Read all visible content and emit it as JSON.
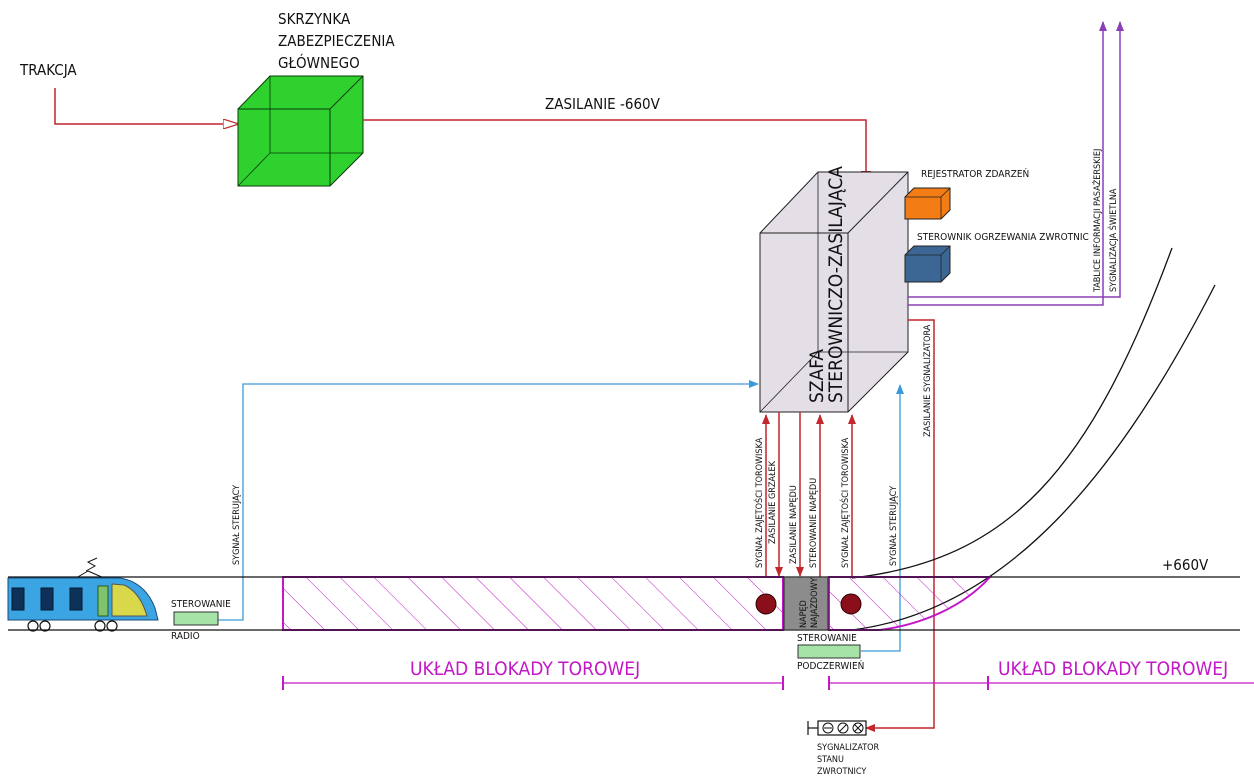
{
  "labels": {
    "trakcja": "TRAKCJA",
    "main_box": [
      "SKRZYNKA",
      "ZABEZPIECZENIA",
      "GŁÓWNEGO"
    ],
    "supply": "ZASILANIE -660V",
    "cabinet_line1": "SZAFA",
    "cabinet_line2": "STEROWNICZO-ZASILAJĄCA",
    "event_recorder": "REJESTRATOR ZDARZEŃ",
    "heating_controller": "STEROWNIK OGRZEWANIA ZWROTNIC",
    "passenger_info": "TABLICE INFORMACJI PASAŻERSKIEJ",
    "light_signal": "SYGNALIZACJA ŚWIETLNA",
    "signaller_supply": "ZASILANIE SYGNALIZATORA",
    "control_signal": "SYGNAŁ STERUJĄCY",
    "control_signal_2": "SYGNAŁ STERUJĄCY",
    "track_occupancy_1": "SYGNAŁ ZAJĘTOŚCI TOROWISKA",
    "heater_supply": "ZASILANIE GRZAŁEK",
    "drive_supply": "ZASILANIE NAPĘDU",
    "drive_control": "STEROWANIE NAPĘDU",
    "track_occupancy_2": "SYGNAŁ ZAJĘTOŚCI TOROWISKA",
    "drive_top": "NAPĘD",
    "drive_bottom": "NAJAZDOWY",
    "voltage": "+660V",
    "radio_top": "STEROWANIE",
    "radio_bottom": "RADIO",
    "ir_top": "STEROWANIE",
    "ir_bottom": "PODCZERWIEŃ",
    "track_block_left": "UKŁAD BLOKADY TOROWEJ",
    "track_block_right": "UKŁAD BLOKADY TOROWEJ",
    "signaller": [
      "SYGNALIZATOR",
      "STANU",
      "ZWROTNICY"
    ]
  },
  "colors": {
    "power_line": "#c1272d",
    "control_line": "#3a9ad9",
    "info_line": "#8a3fb8",
    "main_box": "#2ed12e",
    "cabinet": "#e4dfe6",
    "recorder": "#f47c14",
    "heating": "#3c6795",
    "track_block": "#c218c8",
    "sensor": "#8b0f1b",
    "train": "#3ba4e3"
  }
}
